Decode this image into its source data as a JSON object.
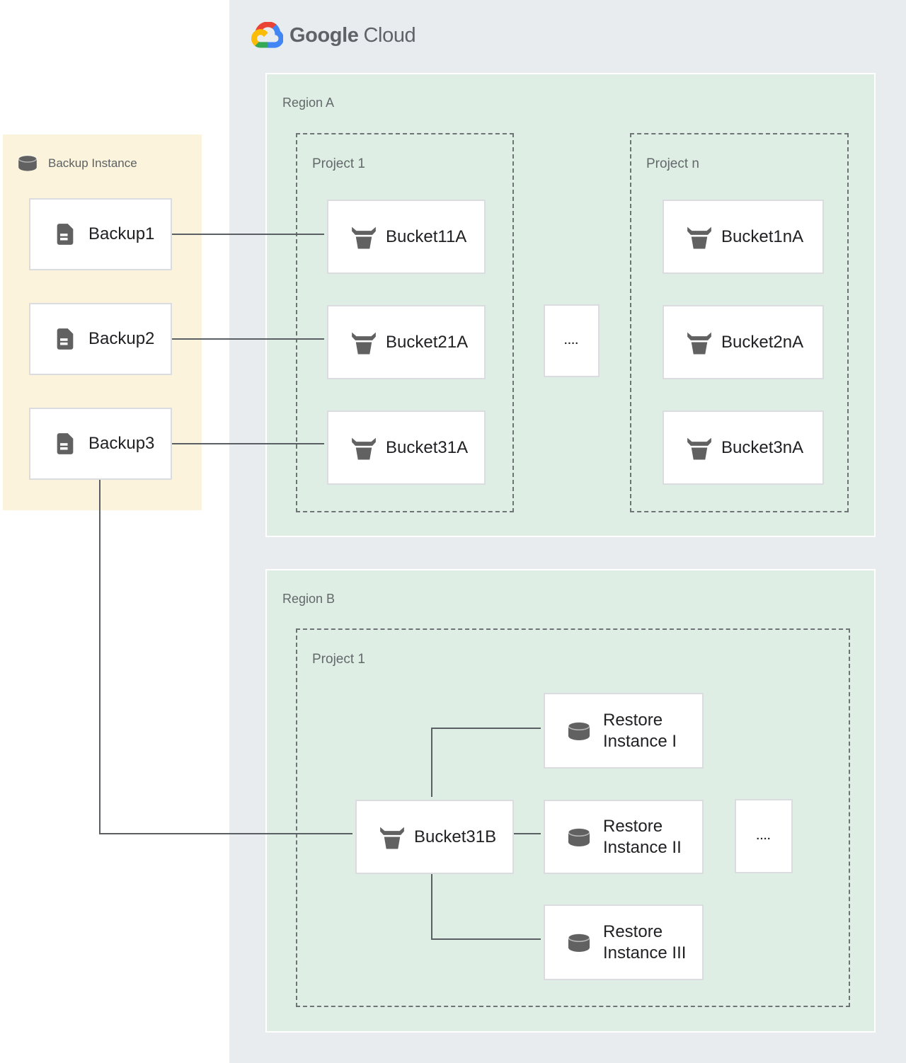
{
  "logo": {
    "primary": "Google",
    "secondary": "Cloud"
  },
  "backup_panel": {
    "title": "Backup Instance",
    "nodes": [
      {
        "label": "Backup1"
      },
      {
        "label": "Backup2"
      },
      {
        "label": "Backup3"
      }
    ]
  },
  "region_a": {
    "label": "Region A",
    "project_1": {
      "label": "Project 1",
      "buckets": [
        {
          "label": "Bucket11A"
        },
        {
          "label": "Bucket21A"
        },
        {
          "label": "Bucket31A"
        }
      ]
    },
    "project_n": {
      "label": "Project n",
      "buckets": [
        {
          "label": "Bucket1nA"
        },
        {
          "label": "Bucket2nA"
        },
        {
          "label": "Bucket3nA"
        }
      ]
    },
    "ellipsis": "...."
  },
  "region_b": {
    "label": "Region B",
    "project_1": {
      "label": "Project 1",
      "bucket": {
        "label": "Bucket31B"
      },
      "restore_instances": [
        {
          "line1": "Restore",
          "line2": "Instance I"
        },
        {
          "line1": "Restore",
          "line2": "Instance II"
        },
        {
          "line1": "Restore",
          "line2": "Instance III"
        }
      ],
      "ellipsis": "...."
    }
  },
  "colors": {
    "cloud_panel_bg": "#e8ecef",
    "region_bg": "#dfeee5",
    "backup_panel_bg": "#fbf3dc",
    "node_border": "#dadce0",
    "connector": "#5a5f63",
    "icon_gray": "#616161",
    "label_gray": "#63686b",
    "node_text": "#212124",
    "logo_red": "#ea4335",
    "logo_blue": "#4285f4",
    "logo_green": "#34a853",
    "logo_yellow": "#fbbc05",
    "logo_text": "#5f6368"
  }
}
